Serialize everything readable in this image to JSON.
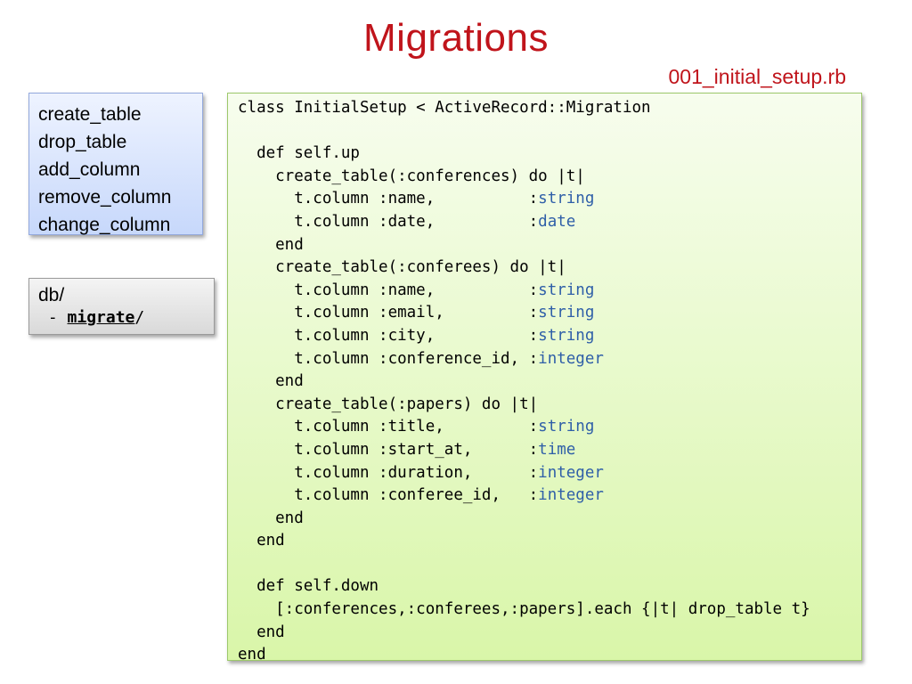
{
  "slide": {
    "title": "Migrations",
    "filename": "001_initial_setup.rb",
    "type_color": "#2f5fa8",
    "title_color": "#c0141b"
  },
  "methods": [
    "create_table",
    "drop_table",
    "add_column",
    "remove_column",
    "change_column"
  ],
  "directory": {
    "root": "db/",
    "prefix": " - ",
    "folder": "migrate",
    "suffix": "/"
  },
  "code_lines": [
    {
      "text": "class InitialSetup < ActiveRecord::Migration"
    },
    {
      "text": ""
    },
    {
      "text": "  def self.up"
    },
    {
      "text": "    create_table(:conferences) do |t|"
    },
    {
      "text": "      t.column :name,          :",
      "type": "string"
    },
    {
      "text": "      t.column :date,          :",
      "type": "date"
    },
    {
      "text": "    end"
    },
    {
      "text": "    create_table(:conferees) do |t|"
    },
    {
      "text": "      t.column :name,          :",
      "type": "string"
    },
    {
      "text": "      t.column :email,         :",
      "type": "string"
    },
    {
      "text": "      t.column :city,          :",
      "type": "string"
    },
    {
      "text": "      t.column :conference_id, :",
      "type": "integer"
    },
    {
      "text": "    end"
    },
    {
      "text": "    create_table(:papers) do |t|"
    },
    {
      "text": "      t.column :title,         :",
      "type": "string"
    },
    {
      "text": "      t.column :start_at,      :",
      "type": "time"
    },
    {
      "text": "      t.column :duration,      :",
      "type": "integer"
    },
    {
      "text": "      t.column :conferee_id,   :",
      "type": "integer"
    },
    {
      "text": "    end"
    },
    {
      "text": "  end"
    },
    {
      "text": ""
    },
    {
      "text": "  def self.down"
    },
    {
      "text": "    [:conferences,:conferees,:papers].each {|t| drop_table t}"
    },
    {
      "text": "  end"
    },
    {
      "text": "end"
    }
  ]
}
